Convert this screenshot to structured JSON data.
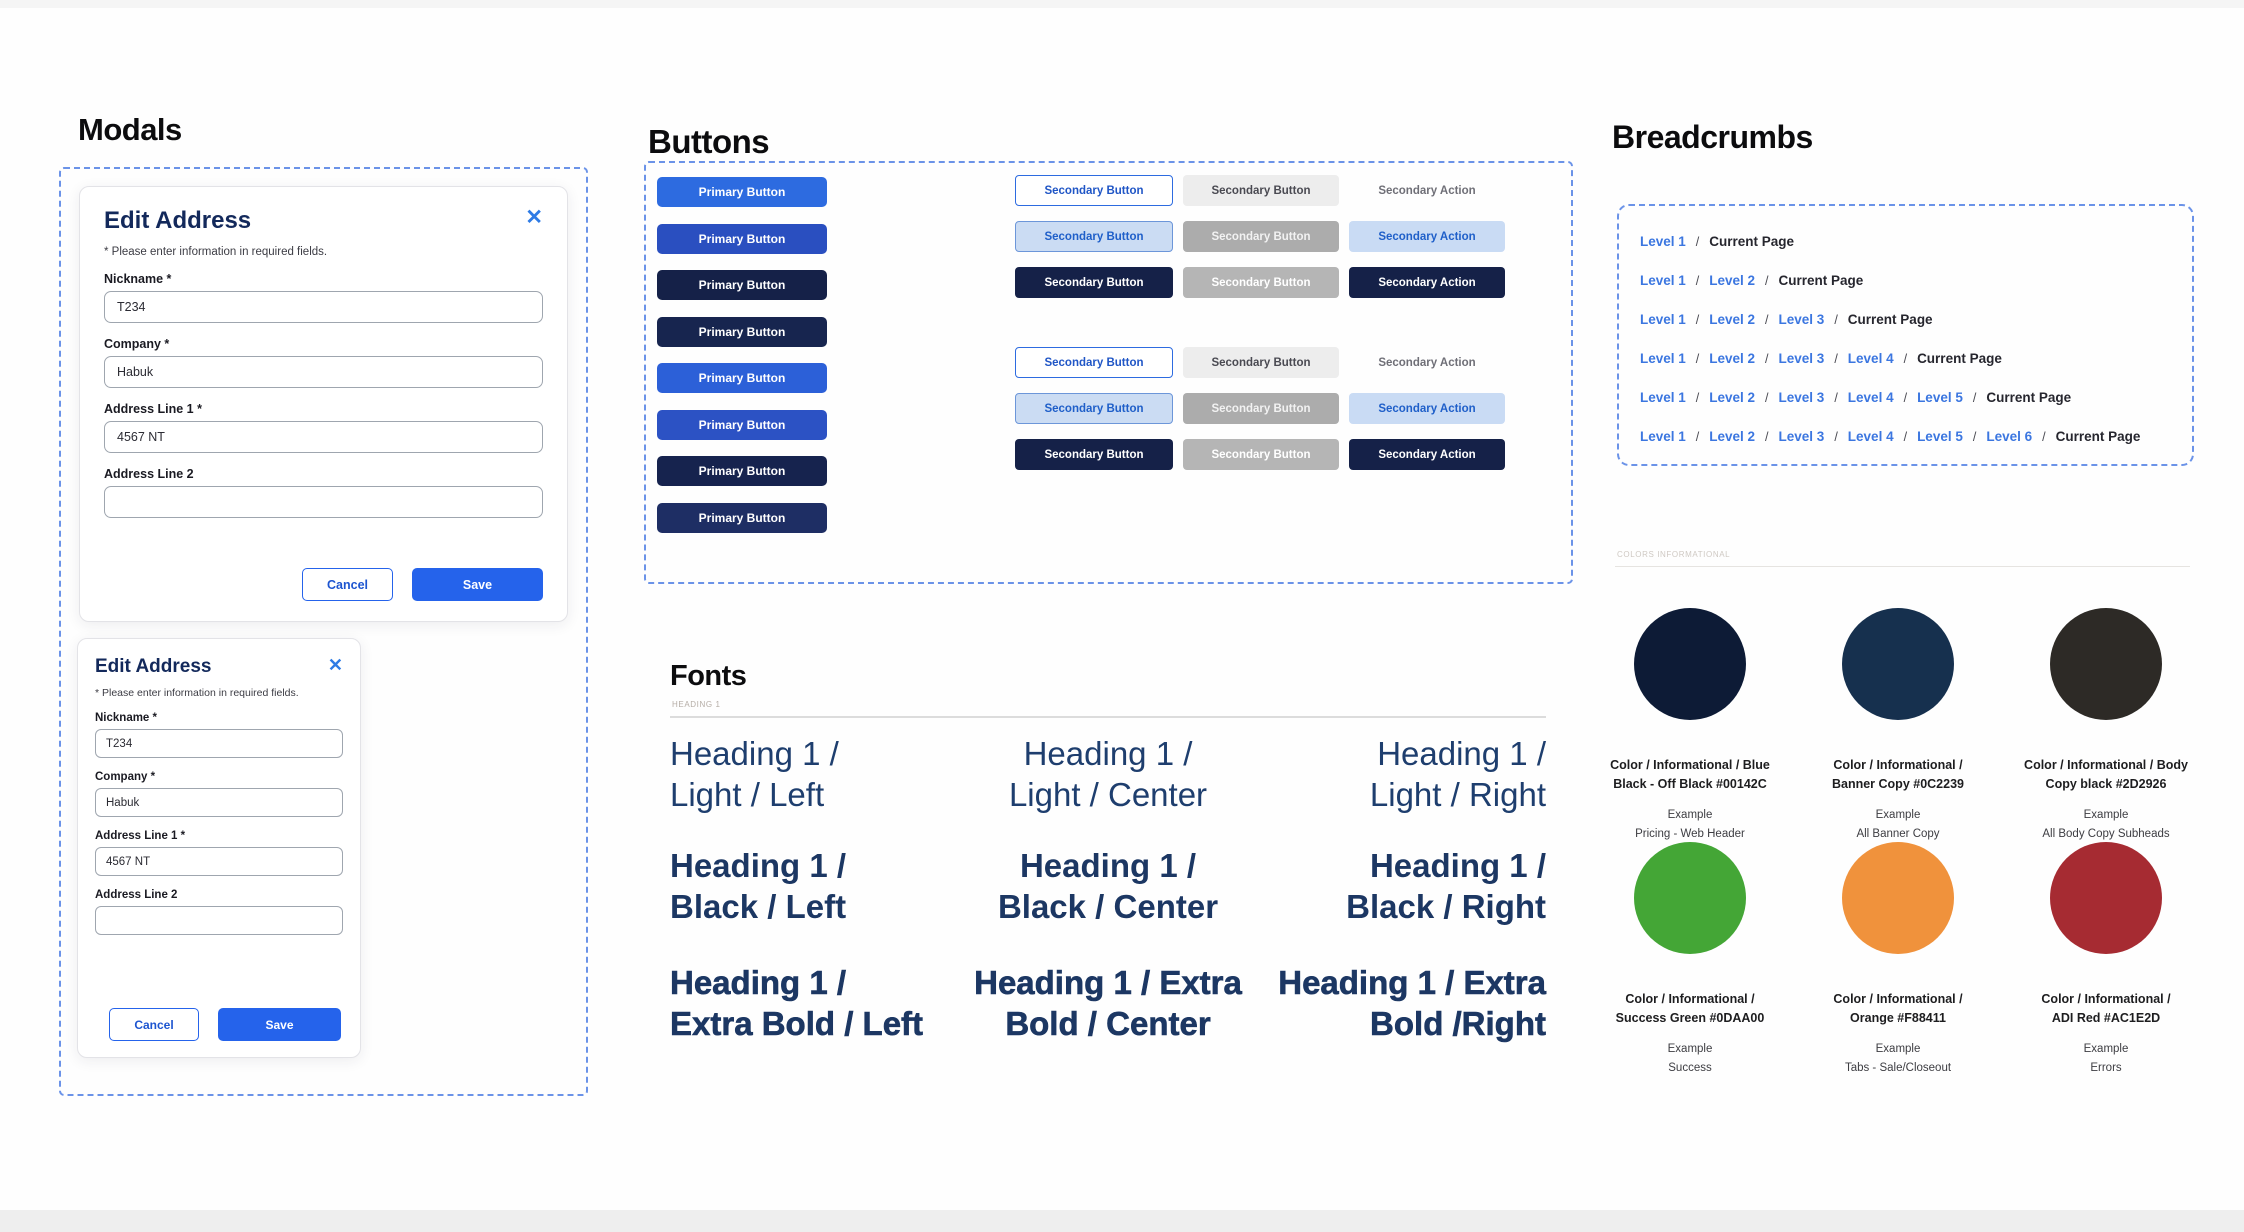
{
  "modals": {
    "title": "Modals",
    "dialogs": [
      {
        "title": "Edit Address",
        "close_glyph": "✕",
        "helper": "* Please enter information in required fields.",
        "fields": [
          {
            "label": "Nickname *",
            "value": "T234"
          },
          {
            "label": "Company *",
            "value": "Habuk"
          },
          {
            "label": "Address Line 1 *",
            "value": "4567 NT"
          },
          {
            "label": "Address Line 2",
            "value": ""
          }
        ],
        "cancel_label": "Cancel",
        "save_label": "Save"
      },
      {
        "title": "Edit Address",
        "close_glyph": "✕",
        "helper": "* Please enter information in required fields.",
        "fields": [
          {
            "label": "Nickname *",
            "value": "T234"
          },
          {
            "label": "Company *",
            "value": "Habuk"
          },
          {
            "label": "Address Line 1 *",
            "value": "4567 NT"
          },
          {
            "label": "Address Line 2",
            "value": ""
          }
        ],
        "cancel_label": "Cancel",
        "save_label": "Save"
      }
    ]
  },
  "buttons": {
    "title": "Buttons",
    "primary": [
      {
        "label": "Primary Button",
        "bg": "#2d6be0",
        "fg": "#ffffff"
      },
      {
        "label": "Primary Button",
        "bg": "#2a4fc0",
        "fg": "#ffffff"
      },
      {
        "label": "Primary Button",
        "bg": "#152148",
        "fg": "#ffffff"
      },
      {
        "label": "Primary Button",
        "bg": "#17254f",
        "fg": "#ffffff"
      },
      {
        "label": "Primary Button",
        "bg": "#2c60d8",
        "fg": "#ffffff"
      },
      {
        "label": "Primary Button",
        "bg": "#2c52c4",
        "fg": "#ffffff"
      },
      {
        "label": "Primary Button",
        "bg": "#16234e",
        "fg": "#ffffff"
      },
      {
        "label": "Primary Button",
        "bg": "#1e2e64",
        "fg": "#ffffff"
      }
    ],
    "secondary_groups": [
      {
        "rows": [
          [
            {
              "label": "Secondary Button",
              "style": "outline-blue"
            },
            {
              "label": "Secondary Button",
              "style": "flat-lightgray"
            },
            {
              "label": "Secondary Action",
              "style": "text-gray"
            }
          ],
          [
            {
              "label": "Secondary Button",
              "style": "tint-outline"
            },
            {
              "label": "Secondary Button",
              "style": "flat-midgray"
            },
            {
              "label": "Secondary Action",
              "style": "tint-blue"
            }
          ],
          [
            {
              "label": "Secondary Button",
              "style": "navy"
            },
            {
              "label": "Secondary Button",
              "style": "flat-gray"
            },
            {
              "label": "Secondary Action",
              "style": "navy"
            }
          ]
        ]
      },
      {
        "rows": [
          [
            {
              "label": "Secondary Button",
              "style": "outline-blue"
            },
            {
              "label": "Secondary Button",
              "style": "flat-lightgray"
            },
            {
              "label": "Secondary Action",
              "style": "text-gray"
            }
          ],
          [
            {
              "label": "Secondary Button",
              "style": "tint-outline"
            },
            {
              "label": "Secondary Button",
              "style": "flat-midgray"
            },
            {
              "label": "Secondary Action",
              "style": "tint-blue"
            }
          ],
          [
            {
              "label": "Secondary Button",
              "style": "navy"
            },
            {
              "label": "Secondary Button",
              "style": "flat-gray"
            },
            {
              "label": "Secondary Action",
              "style": "navy"
            }
          ]
        ]
      }
    ]
  },
  "breadcrumbs": {
    "title": "Breadcrumbs",
    "separator": "/",
    "current_label": "Current Page",
    "rows": [
      {
        "links": [
          "Level 1"
        ]
      },
      {
        "links": [
          "Level 1",
          "Level 2"
        ]
      },
      {
        "links": [
          "Level 1",
          "Level 2",
          "Level 3"
        ]
      },
      {
        "links": [
          "Level 1",
          "Level 2",
          "Level 3",
          "Level 4"
        ]
      },
      {
        "links": [
          "Level 1",
          "Level 2",
          "Level 3",
          "Level 4",
          "Level 5"
        ]
      },
      {
        "links": [
          "Level 1",
          "Level 2",
          "Level 3",
          "Level 4",
          "Level 5",
          "Level 6"
        ]
      }
    ]
  },
  "fonts": {
    "title": "Fonts",
    "eyebrow": "HEADING 1",
    "rows": [
      {
        "cells": [
          [
            "Heading 1 /",
            "Light / Left"
          ],
          [
            "Heading 1 /",
            "Light / Center"
          ],
          [
            "Heading 1 /",
            "Light  / Right"
          ]
        ]
      },
      {
        "cells": [
          [
            "Heading 1 /",
            "Black / Left"
          ],
          [
            "Heading 1 /",
            "Black / Center"
          ],
          [
            "Heading 1 /",
            "Black / Right"
          ]
        ]
      },
      {
        "cells": [
          [
            "Heading 1 /",
            "Extra Bold / Left"
          ],
          [
            "Heading 1 / Extra",
            "Bold  / Center"
          ],
          [
            "Heading 1 / Extra",
            "Bold  /Right"
          ]
        ]
      }
    ]
  },
  "colors": {
    "eyebrow": "COLORS INFORMATIONAL",
    "swatches": [
      {
        "fill": "#0d1b36",
        "name_line1": "Color / Informational / Blue",
        "name_line2": "Black - Off Black #00142C",
        "example_label": "Example",
        "usage": "Pricing - Web Header"
      },
      {
        "fill": "#16304e",
        "name_line1": "Color / Informational /",
        "name_line2": "Banner Copy #0C2239",
        "example_label": "Example",
        "usage": "All Banner Copy"
      },
      {
        "fill": "#2d2a26",
        "name_line1": "Color / Informational / Body",
        "name_line2": "Copy black #2D2926",
        "example_label": "Example",
        "usage": "All Body Copy Subheads"
      },
      {
        "fill": "#44a636",
        "name_line1": "Color / Informational /",
        "name_line2": "Success Green #0DAA00",
        "example_label": "Example",
        "usage": "Success"
      },
      {
        "fill": "#f0923c",
        "name_line1": "Color / Informational /",
        "name_line2": "Orange #F88411",
        "example_label": "Example",
        "usage": "Tabs - Sale/Closeout"
      },
      {
        "fill": "#a62b32",
        "name_line1": "Color / Informational /",
        "name_line2": "ADI Red #AC1E2D",
        "example_label": "Example",
        "usage": "Errors"
      }
    ]
  }
}
